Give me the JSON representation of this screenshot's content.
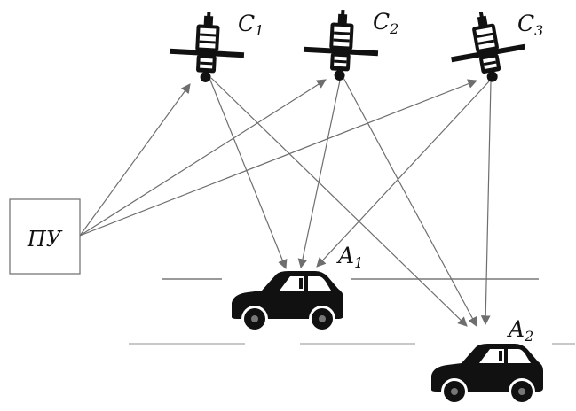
{
  "satellites": [
    {
      "letter": "C",
      "index": "1",
      "icon": "satellite-icon"
    },
    {
      "letter": "C",
      "index": "2",
      "icon": "satellite-icon"
    },
    {
      "letter": "C",
      "index": "3",
      "icon": "satellite-icon"
    }
  ],
  "control_point": {
    "label": "ПУ"
  },
  "vehicles": [
    {
      "letter": "A",
      "index": "1",
      "icon": "car-icon"
    },
    {
      "letter": "A",
      "index": "2",
      "icon": "car-icon"
    }
  ],
  "colors": {
    "arrow": "#6e6e6e",
    "road": "#9a9a9a",
    "ink": "#111111"
  }
}
